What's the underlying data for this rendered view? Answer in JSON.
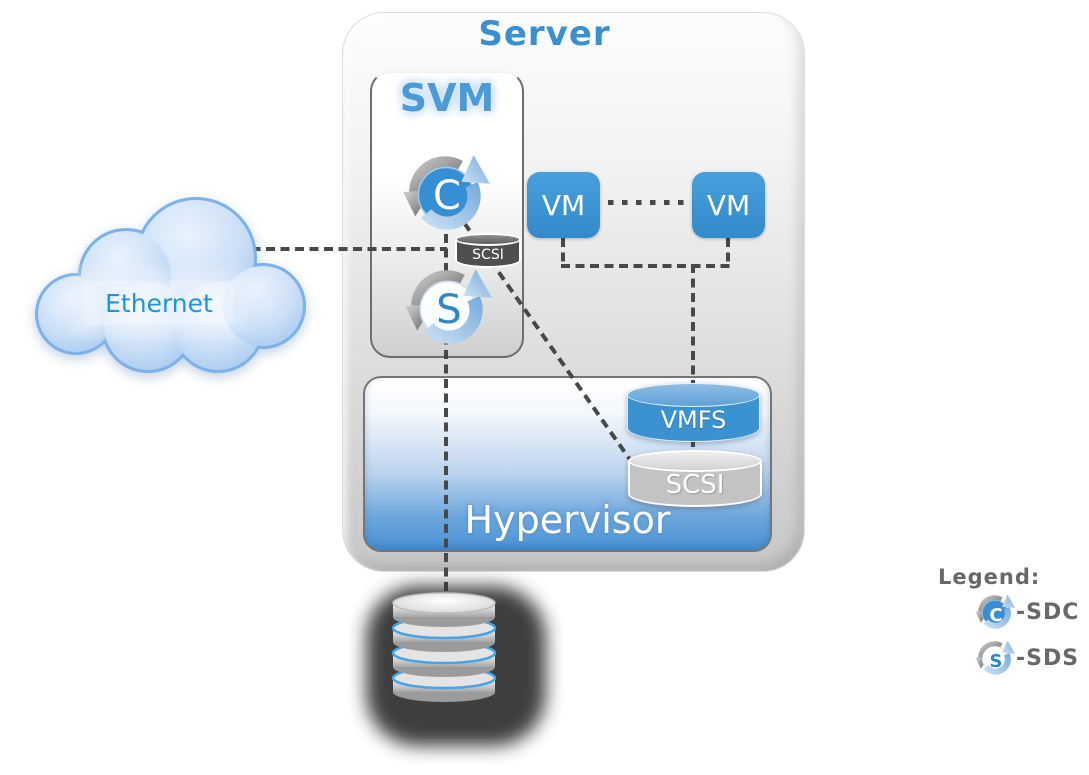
{
  "server": {
    "title": "Server"
  },
  "svm": {
    "title": "SVM",
    "sdc_letter": "C",
    "sds_letter": "S",
    "scsi_label": "SCSI"
  },
  "vm": {
    "left_label": "VM",
    "right_label": "VM"
  },
  "hypervisor": {
    "title": "Hypervisor",
    "vmfs_label": "VMFS",
    "scsi_label": "SCSI"
  },
  "network": {
    "label": "Ethernet"
  },
  "legend": {
    "title": "Legend:",
    "entries": [
      {
        "letter": "C",
        "label": "-SDC"
      },
      {
        "letter": "S",
        "label": "-SDS"
      }
    ]
  },
  "colors": {
    "accent_blue": "#3a8fd0",
    "vm_blue": "#3c92d0",
    "hypervisor_blue": "#4b93d6",
    "dash_gray": "#484848",
    "legend_gray": "#686868",
    "cloud_blue": "#b7d4f3"
  }
}
